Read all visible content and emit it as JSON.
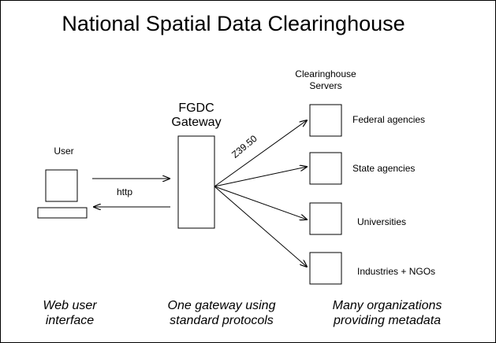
{
  "title": "National Spatial Data Clearinghouse",
  "user": {
    "label": "User"
  },
  "gateway": {
    "line1": "FGDC",
    "line2": "Gateway"
  },
  "servers_heading": {
    "line1": "Clearinghouse",
    "line2": "Servers"
  },
  "connections": {
    "http": "http",
    "protocol": "Z39.50"
  },
  "servers": [
    {
      "label": "Federal agencies"
    },
    {
      "label": "State agencies"
    },
    {
      "label": "Universities"
    },
    {
      "label": "Industries + NGOs"
    }
  ],
  "captions": {
    "user_line1": "Web user",
    "user_line2": "interface",
    "gateway_line1": "One gateway using",
    "gateway_line2": "standard protocols",
    "servers_line1": "Many organizations",
    "servers_line2": "providing metadata"
  },
  "colors": {
    "ink": "#000000",
    "background": "#ffffff"
  }
}
